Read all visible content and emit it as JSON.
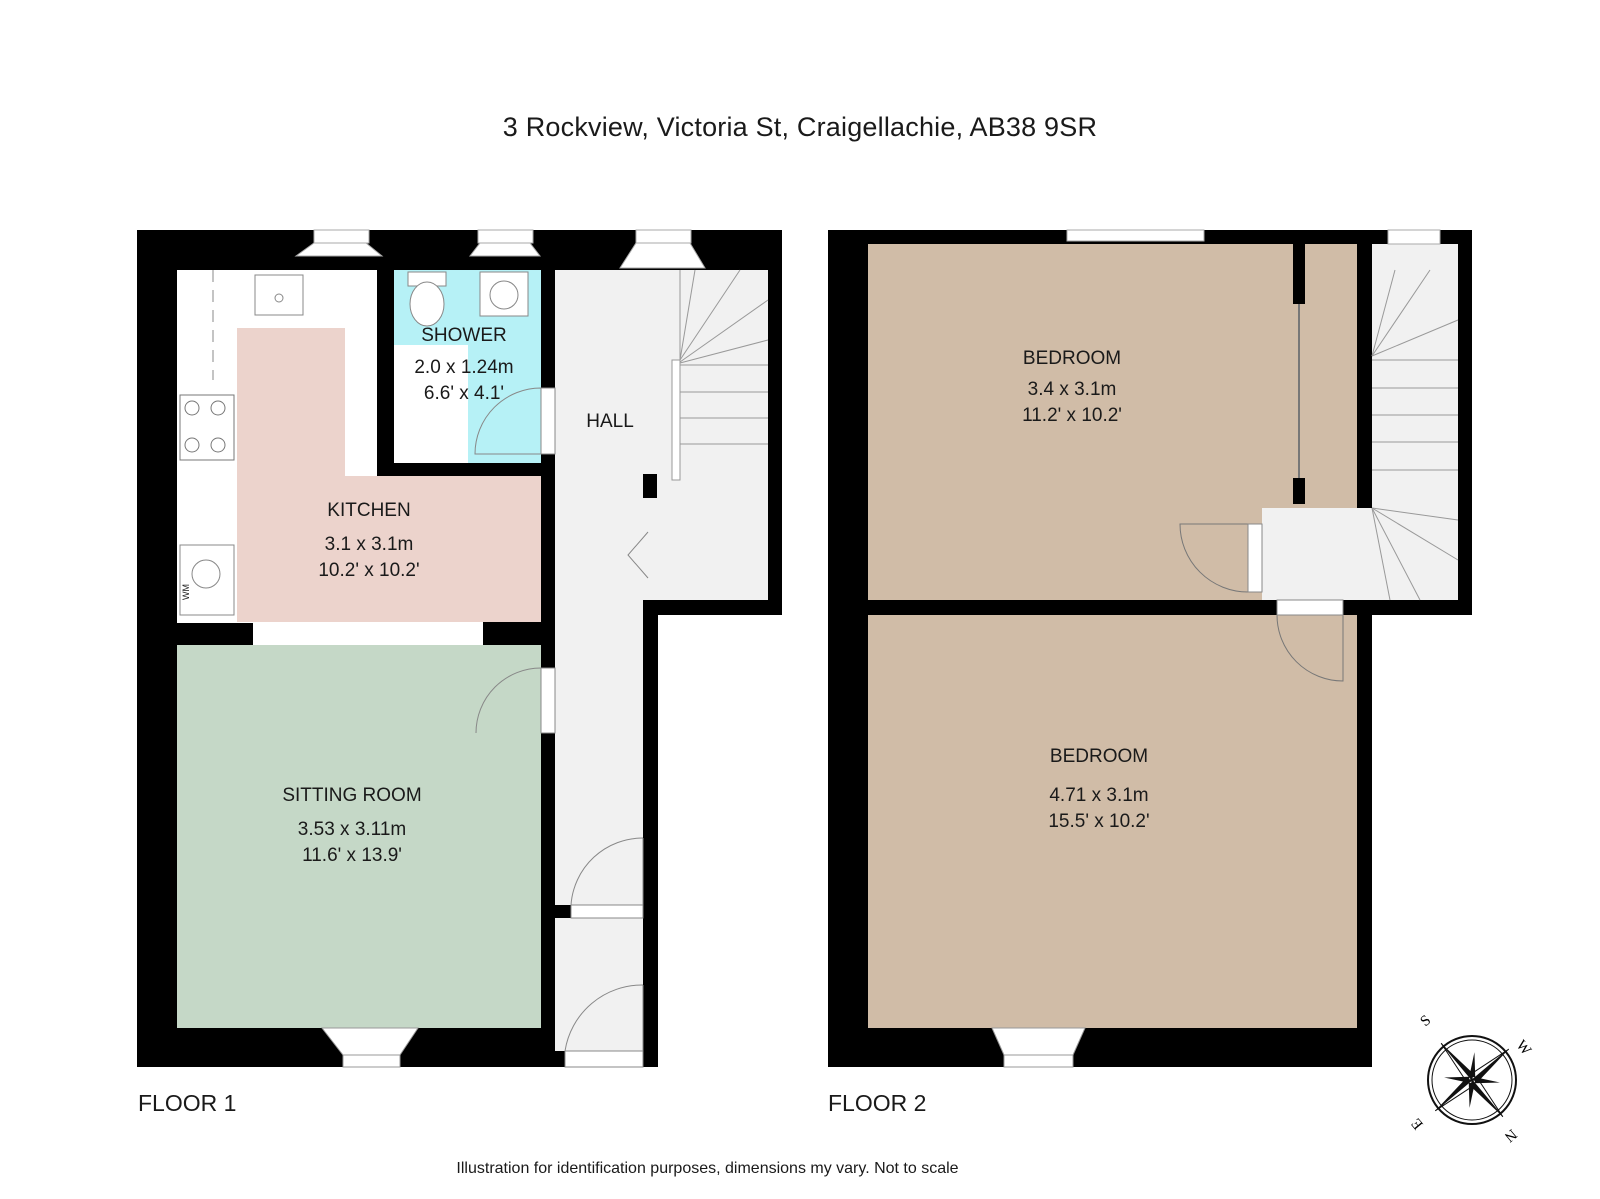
{
  "title": "3 Rockview, Victoria St, Craigellachie, AB38 9SR",
  "floors": [
    {
      "label": "FLOOR 1",
      "rooms": [
        {
          "name": "SHOWER",
          "metric": "2.0 x 1.24m",
          "imperial": "6.6' x 4.1'"
        },
        {
          "name": "HALL",
          "metric": "",
          "imperial": ""
        },
        {
          "name": "KITCHEN",
          "metric": "3.1 x 3.1m",
          "imperial": "10.2' x 10.2'"
        },
        {
          "name": "SITTING ROOM",
          "metric": "3.53 x 3.11m",
          "imperial": "11.6' x 13.9'"
        }
      ],
      "appliance_label": "WM"
    },
    {
      "label": "FLOOR 2",
      "rooms": [
        {
          "name": "BEDROOM",
          "metric": "3.4 x 3.1m",
          "imperial": "11.2' x 10.2'"
        },
        {
          "name": "BEDROOM",
          "metric": "4.71 x 3.1m",
          "imperial": "15.5' x 10.2'"
        }
      ]
    }
  ],
  "compass": {
    "north": "N",
    "south": "S",
    "east": "E",
    "west": "W"
  },
  "disclaimer": "Illustration for identification purposes, dimensions my vary. Not to scale",
  "colors": {
    "wall": "#000000",
    "shower": "#b6f1f6",
    "kitchen": "#ecd3cc",
    "sitting_room": "#c5d8c7",
    "bedroom": "#d0bca7",
    "hall": "#f1f1f1",
    "unit": "#ffffff"
  }
}
